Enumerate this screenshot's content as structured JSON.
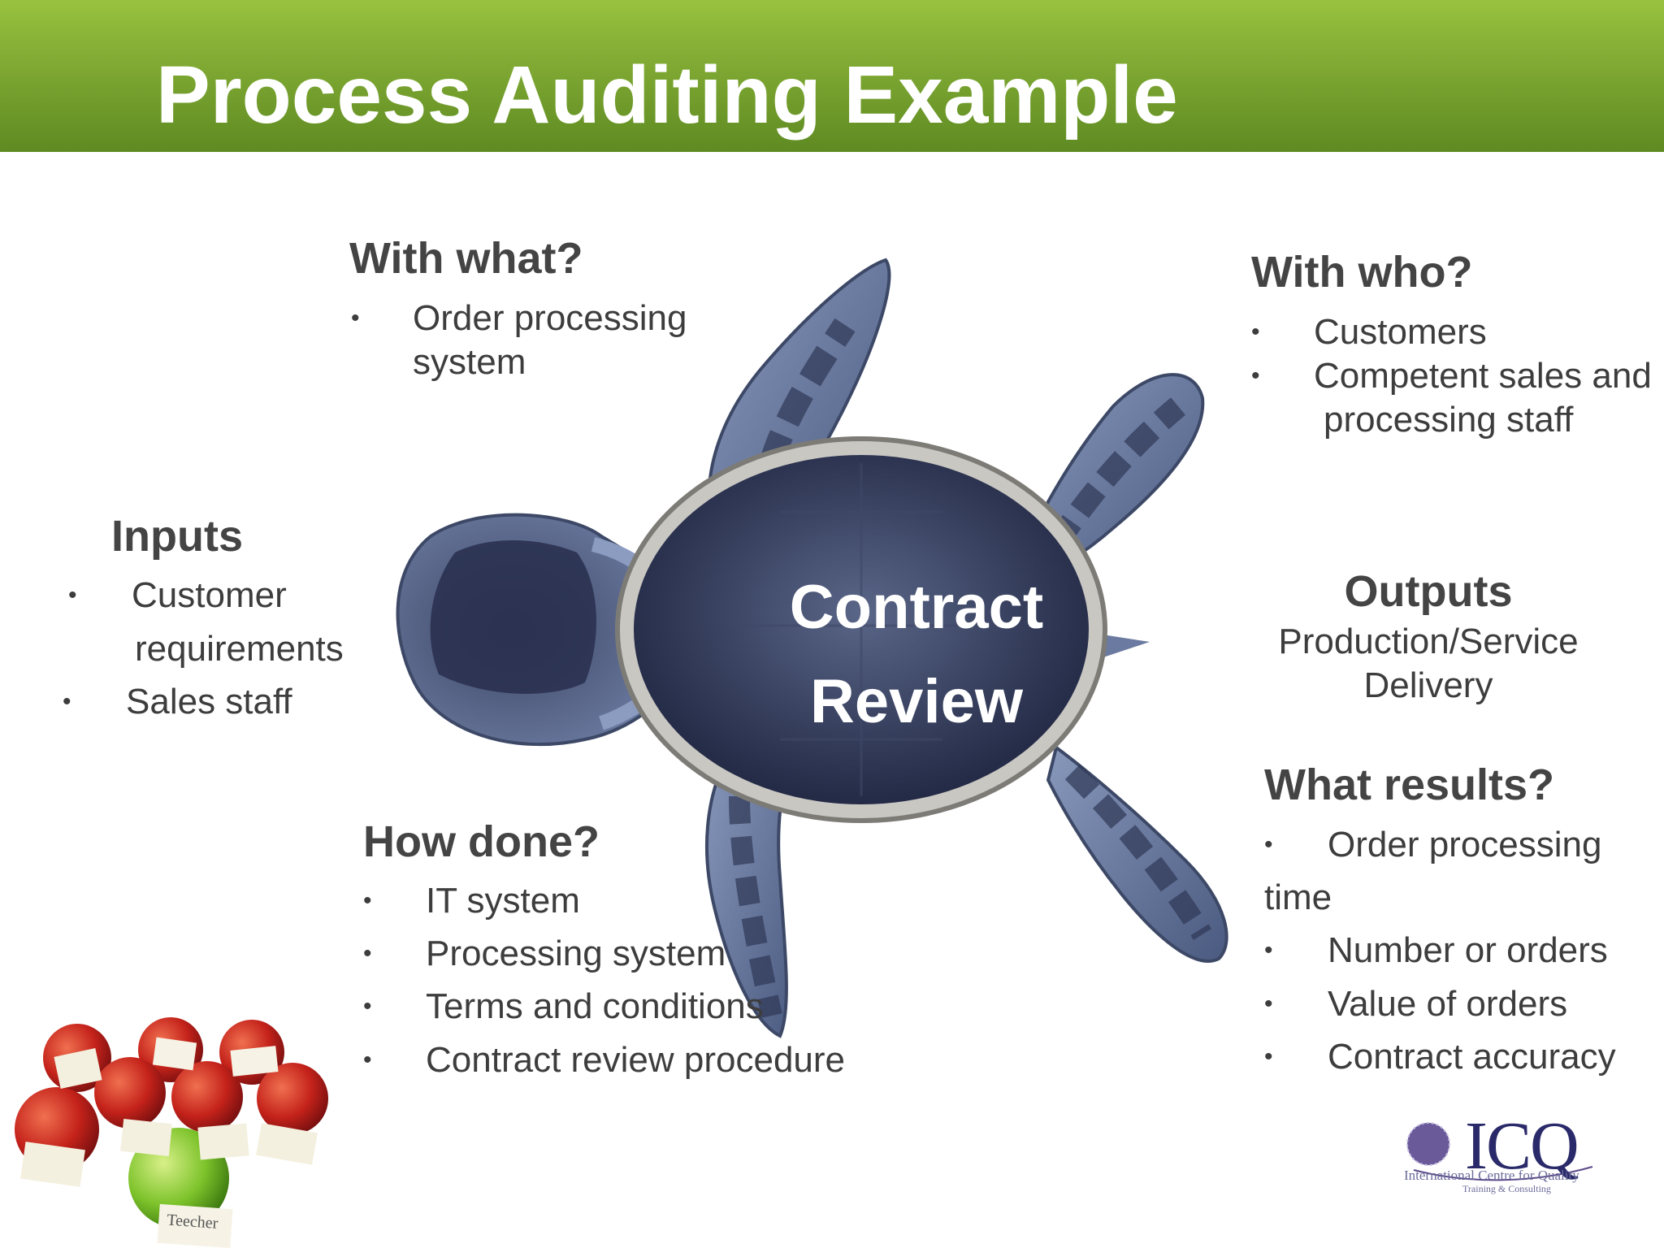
{
  "title": "Process Auditing Example",
  "center": {
    "line1": "Contract",
    "line2": "Review"
  },
  "with_what": {
    "heading": "With what?",
    "items": [
      "Order  processing",
      "system"
    ]
  },
  "with_who": {
    "heading": "With who?",
    "items": [
      "Customers",
      "Competent sales and",
      "processing staff"
    ]
  },
  "inputs": {
    "heading": "Inputs",
    "items": [
      "Customer",
      "requirements",
      "Sales staff"
    ]
  },
  "outputs": {
    "heading": "Outputs",
    "items": [
      "Production/Service",
      "Delivery"
    ]
  },
  "how_done": {
    "heading": "How done?",
    "items": [
      "IT system",
      "Processing system",
      "Terms and conditions",
      "Contract review procedure"
    ]
  },
  "what_results": {
    "heading": "What results?",
    "items": [
      "Order processing",
      "time",
      "Number or orders",
      "Value of orders",
      "Contract accuracy"
    ]
  },
  "bullet_char": "•",
  "apples": {
    "notes": [
      "Teecher"
    ]
  },
  "logo": {
    "name": "ICQ",
    "subtitle": "International Centre for Quality",
    "tagline": "Training & Consulting"
  },
  "colors": {
    "header_green": "#7ea832",
    "turtle_body": "#4a5676",
    "text": "#3d3d3d"
  }
}
